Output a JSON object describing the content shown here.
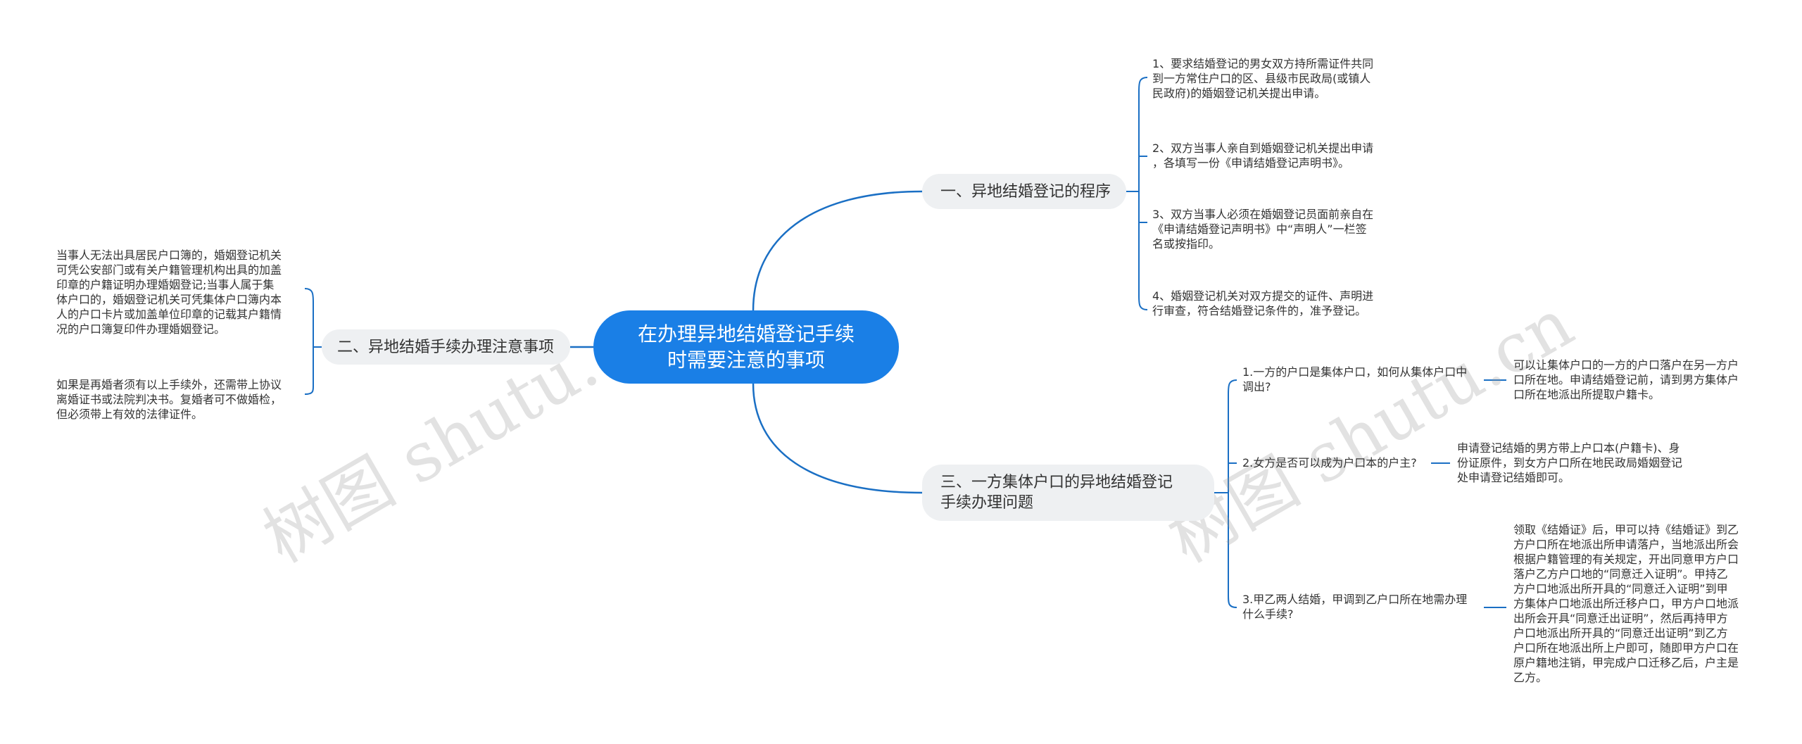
{
  "central": {
    "title": "在办理异地结婚登记手续\n时需要注意的事项"
  },
  "branches": [
    {
      "label": "一、异地结婚登记的程序",
      "children": [
        {
          "text": "1、要求结婚登记的男女双方持所需证件共同\n到一方常住户口的区、县级市民政局(或镇人\n民政府)的婚姻登记机关提出申请。"
        },
        {
          "text": "2、双方当事人亲自到婚姻登记机关提出申请\n，各填写一份《申请结婚登记声明书》。"
        },
        {
          "text": "3、双方当事人必须在婚姻登记员面前亲自在\n《申请结婚登记声明书》中“声明人”一栏签\n名或按指印。"
        },
        {
          "text": "4、婚姻登记机关对双方提交的证件、声明进\n行审查，符合结婚登记条件的，准予登记。"
        }
      ]
    },
    {
      "label": "二、异地结婚手续办理注意事项",
      "children": [
        {
          "text": "当事人无法出具居民户口簿的，婚姻登记机关\n可凭公安部门或有关户籍管理机构出具的加盖\n印章的户籍证明办理婚姻登记;当事人属于集\n体户口的，婚姻登记机关可凭集体户口簿内本\n人的户口卡片或加盖单位印章的记载其户籍情\n况的户口簿复印件办理婚姻登记。"
        },
        {
          "text": "如果是再婚者须有以上手续外，还需带上协议\n离婚证书或法院判决书。复婚者可不做婚检，\n但必须带上有效的法律证件。"
        }
      ]
    },
    {
      "label": "三、一方集体户口的异地结婚登记\n手续办理问题",
      "children": [
        {
          "question": "1.一方的户口是集体户口，如何从集体户口中\n调出?",
          "answer": "可以让集体户口的一方的户口落户在另一方户\n口所在地。申请结婚登记前，请到男方集体户\n口所在地派出所提取户籍卡。"
        },
        {
          "question": "2.女方是否可以成为户口本的户主?",
          "answer": "申请登记结婚的男方带上户口本(户籍卡)、身\n份证原件，到女方户口所在地民政局婚姻登记\n处申请登记结婚即可。"
        },
        {
          "question": "3.甲乙两人结婚，甲调到乙户口所在地需办理\n什么手续?",
          "answer": "领取《结婚证》后，甲可以持《结婚证》到乙\n方户口所在地派出所申请落户，当地派出所会\n根据户籍管理的有关规定，开出同意甲方户口\n落户乙方户口地的“同意迁入证明”。甲持乙\n方户口地派出所开具的“同意迁入证明”到甲\n方集体户口地派出所迁移户口，甲方户口地派\n出所会开具“同意迁出证明”，然后再持甲方\n户口地派出所开具的“同意迁出证明”到乙方\n户口所在地派出所上户即可，随即甲方户口在\n原户籍地注销，甲完成户口迁移乙后，户主是\n乙方。"
        }
      ]
    }
  ],
  "watermark": "树图 shutu.cn",
  "colors": {
    "central": "#1a7fe6",
    "branch_bg": "#eef0f2",
    "line": "#1a6fc4"
  }
}
